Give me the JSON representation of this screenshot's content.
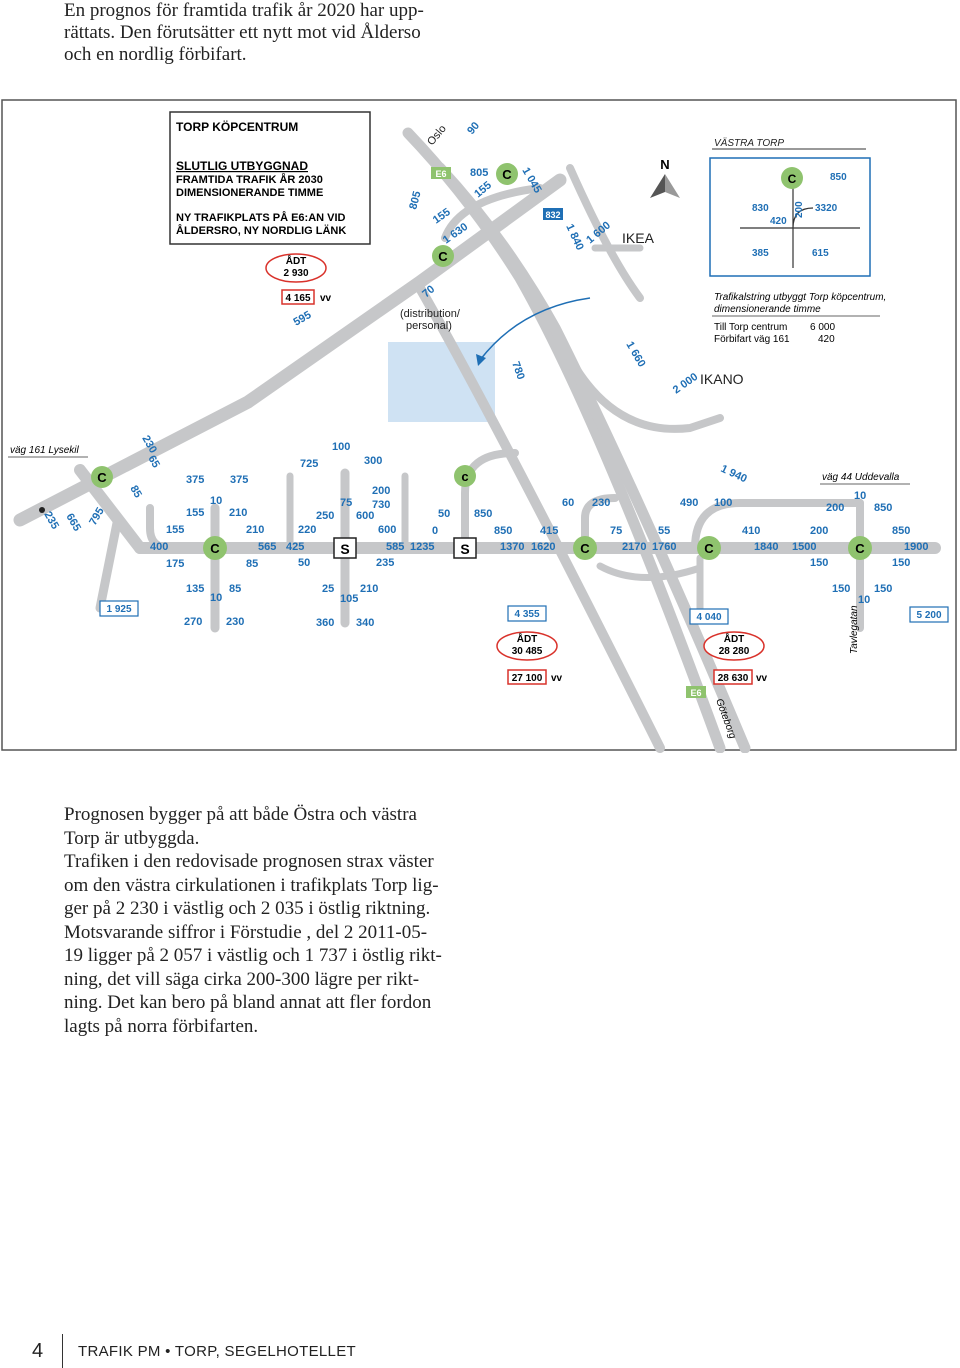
{
  "intro_lines": [
    "En prognos för framtida trafik år 2020 har upp-",
    "rättats. Den förutsätter ett nytt mot vid Ålderso",
    "och en nordlig förbifart."
  ],
  "map": {
    "title_box": {
      "line1": "TORP KÖPCENTRUM",
      "line2": "SLUTLIG UTBYGGNAD",
      "line3": "FRAMTIDA TRAFIK ÅR 2030",
      "line4": "DIMENSIONERANDE TIMME",
      "line5": "NY TRAFIKPLATS PÅ E6:AN VID",
      "line6": "ÅLDERSRO, NY NORDLIG LÄNK"
    },
    "adt_2930": {
      "label": "ÅDT",
      "value": "2 930"
    },
    "vv_4165": {
      "value": "4 165",
      "unit": "vv"
    },
    "oslo": "Oslo",
    "e6": "E6",
    "n": "N",
    "ikea": "IKEA",
    "ikano": "IKANO",
    "vastra_torp": "VÄSTRA TORP",
    "distribution": {
      "line1": "(distribution/",
      "line2": "personal)"
    },
    "legend": {
      "line1": "Trafikalstring utbyggt Torp köpcentrum,",
      "line2": "dimensionerande timme",
      "row1_label": "Till Torp centrum",
      "row1_value": "6 000",
      "row2_label": "Förbifart väg 161",
      "row2_value": "420"
    },
    "vag161": "väg 161 Lysekil",
    "vag44": "väg 44 Uddevalla",
    "tavlegatan": "Tavlegatan",
    "goteborg": "Göteborg",
    "box_1925": "1 925",
    "box_4355": "4 355",
    "box_4040": "4 040",
    "box_5200": "5 200",
    "adt_30485": {
      "label": "ÅDT",
      "value": "30 485"
    },
    "adt_28280": {
      "label": "ÅDT",
      "value": "28 280"
    },
    "vv_27100": {
      "value": "27 100",
      "unit": "vv"
    },
    "vv_28630": {
      "value": "28 630",
      "unit": "vv"
    },
    "node_c": "C",
    "node_s": "S",
    "node_c_lower": "c",
    "vt": {
      "n830": "830",
      "n420": "420",
      "n200": "200",
      "n3320": "3320",
      "n850": "850",
      "n385": "385",
      "n615": "615"
    },
    "ramp": {
      "n805a": "805",
      "n805b": "805",
      "n155a": "155",
      "n155b": "155",
      "n1630": "1 630",
      "n1045": "1 045",
      "n90": "90",
      "n70": "70",
      "n832": "832",
      "n1840": "1 840",
      "n1600": "1 600",
      "n595": "595",
      "n780": "780",
      "n1660": "1 660",
      "n2000": "2 000",
      "n1940": "1 940"
    },
    "west": {
      "n230": "230",
      "n65": "65",
      "n85": "85",
      "n795": "795",
      "n665": "665",
      "n235": "235"
    },
    "j1": {
      "n375a": "375",
      "n375b": "375",
      "n10a": "10",
      "n155": "155",
      "n210a": "210",
      "n210b": "210",
      "n400": "400",
      "n565": "565",
      "n175": "175",
      "n85": "85",
      "n135": "135",
      "n85b": "85",
      "n10b": "10",
      "n270": "270",
      "n230": "230"
    },
    "j2": {
      "n100": "100",
      "n725": "725",
      "n300": "300",
      "n200": "200",
      "n75": "75",
      "n730": "730",
      "n250": "250",
      "n600a": "600",
      "n220": "220",
      "n600b": "600",
      "n425": "425",
      "n585": "585",
      "n50": "50",
      "n235": "235",
      "n25": "25",
      "n210": "210",
      "n105": "105",
      "n360": "360",
      "n340": "340"
    },
    "j3": {
      "n50": "50",
      "n850a": "850",
      "n0": "0",
      "n1235": "1235",
      "n850b": "850",
      "n415": "415",
      "n1370": "1370",
      "n1620": "1620"
    },
    "j4": {
      "n60": "60",
      "n230": "230",
      "n75": "75",
      "n55": "55",
      "n2170": "2170",
      "n1760": "1760"
    },
    "j5": {
      "n490": "490",
      "n100": "100",
      "n410": "410",
      "n1840": "1840"
    },
    "j6": {
      "n10": "10",
      "n200": "200",
      "n850a": "850",
      "n200b": "200",
      "n850b": "850",
      "n1500": "1500",
      "n1900": "1900",
      "n150a": "150",
      "n150b": "150",
      "n150c": "150",
      "n150d": "150",
      "n10b": "10"
    }
  },
  "body_lines": [
    "Prognosen bygger på att både Östra och västra",
    "Torp är utbyggda.",
    "Trafiken i den redovisade prognosen strax väster",
    "om den västra cirkulationen i trafikplats Torp lig-",
    "ger på 2 230 i västlig och 2 035 i östlig riktning.",
    "Motsvarande siffror i Förstudie , del 2 2011-05-",
    "19 ligger på 2 057 i västlig och 1 737 i östlig rikt-",
    "ning, det vill säga cirka 200-300 lägre per rikt-",
    "ning. Det kan bero på bland annat att fler fordon",
    "lagts på norra förbifarten."
  ],
  "footer": {
    "page": "4",
    "text": "TRAFIK PM • TORP, SEGELHOTELLET"
  },
  "colors": {
    "road": "#c6c7c9",
    "blue_number": "#1f6fb5",
    "node_green": "#8fc36e",
    "zone_blue": "#cfe2f3",
    "adt_red": "#d9322b"
  }
}
